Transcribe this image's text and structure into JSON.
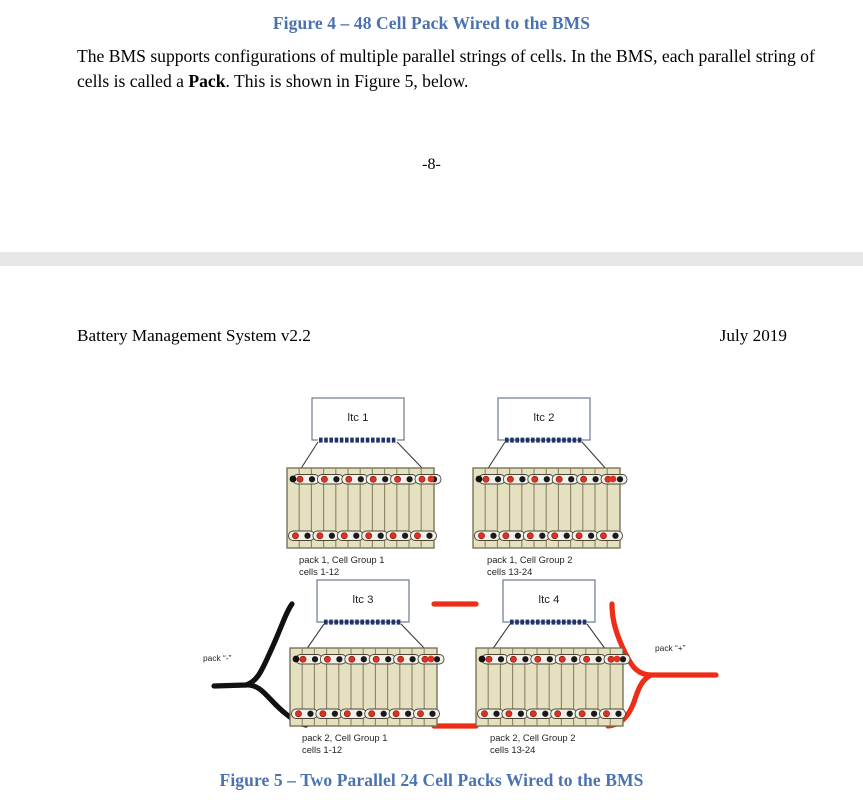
{
  "page_a": {
    "figure4_caption": "Figure 4 – 48 Cell Pack Wired to the BMS",
    "paragraph_html": "The BMS supports configurations of multiple parallel strings of cells.  In the BMS, each parallel string of cells is called a <b>Pack</b>.  This is shown in Figure 5, below.",
    "page_number": "-8-"
  },
  "page_b": {
    "header_left": "Battery Management System v2.2",
    "header_right": "July 2019",
    "figure5_caption": "Figure 5 – Two Parallel 24 Cell Packs Wired to the BMS"
  },
  "figure5": {
    "ltc_boxes": [
      {
        "id": "ltc1",
        "label": "ltc 1"
      },
      {
        "id": "ltc2",
        "label": "ltc 2"
      },
      {
        "id": "ltc3",
        "label": "ltc 3"
      },
      {
        "id": "ltc4",
        "label": "ltc 4"
      }
    ],
    "packs": [
      {
        "id": "pack1-group1",
        "line1": "pack 1, Cell Group 1",
        "line2": "cells 1-12",
        "cells": 12
      },
      {
        "id": "pack1-group2",
        "line1": "pack 1, Cell Group 2",
        "line2": "cells 13-24",
        "cells": 12
      },
      {
        "id": "pack2-group1",
        "line1": "pack 2, Cell Group 1",
        "line2": "cells 1-12",
        "cells": 12
      },
      {
        "id": "pack2-group2",
        "line1": "pack 2, Cell Group 2",
        "line2": "cells 13-24",
        "cells": 12
      }
    ],
    "terminals": {
      "negative_label": "pack “-”",
      "positive_label": "pack “+”"
    },
    "colors": {
      "caption_blue": "#4a72b0",
      "pack_body": "#e4e0c0",
      "pack_border": "#6f6a4a",
      "cell_divider": "#8a8462",
      "link_bar": "#f2f0ea",
      "terminal_positive": "#e03020",
      "terminal_negative": "#1a1a1a",
      "sense_dot": "#20346b",
      "wire_positive": "#ee2d16",
      "wire_negative": "#111111",
      "ltc_box_border": "#6b7a8c",
      "page_gap": "#e6e6e6"
    },
    "sense_dot_count": 15
  }
}
